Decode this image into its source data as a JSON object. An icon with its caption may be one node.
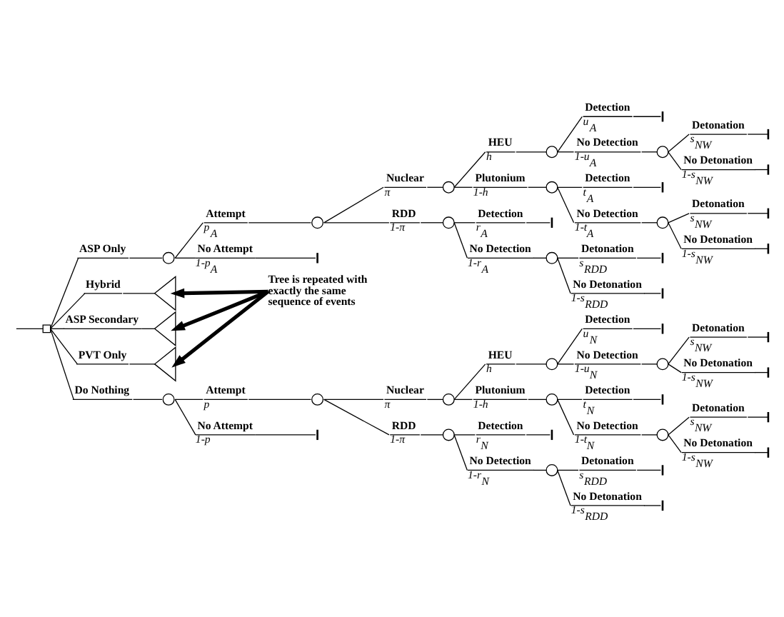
{
  "diagram": {
    "nodes": [
      {
        "text": [],
        "shape": "box"
      },
      {
        "text": [
          "ASP Only"
        ]
      },
      {
        "text": [],
        "shape": "circle"
      },
      {
        "text": [
          "Attempt",
          "p$_{A}$"
        ]
      },
      {
        "text": [],
        "shape": "circle"
      },
      {
        "text": [
          "Nuclear",
          "π"
        ]
      },
      {
        "text": [],
        "shape": "circle"
      },
      {
        "text": [
          "HEU",
          "h"
        ]
      },
      {
        "text": [],
        "shape": "circle"
      },
      {
        "text": [
          "Detection",
          "u$_{A}$"
        ]
      },
      {
        "text": [],
        "shape": "bar"
      },
      {
        "text": [
          "No Detection",
          "1-u$_{A}$"
        ]
      },
      {
        "text": [],
        "shape": "circle"
      },
      {
        "text": [
          "Detonation",
          "s$_{NW}$"
        ]
      },
      {
        "text": [],
        "shape": "bar"
      },
      {
        "text": [
          "No Detonation",
          "1-s$_{NW}$"
        ]
      },
      {
        "text": [],
        "shape": "bar"
      },
      {
        "text": [
          "Plutonium",
          "1-h"
        ]
      },
      {
        "text": [],
        "shape": "circle"
      },
      {
        "text": [
          "Detection",
          "t$_{A}$"
        ]
      },
      {
        "text": [],
        "shape": "bar"
      },
      {
        "text": [
          "No Detection",
          "1-t$_{A}$"
        ]
      },
      {
        "text": [],
        "shape": "circle"
      },
      {
        "text": [
          "Detonation",
          "s$_{NW}$"
        ]
      },
      {
        "text": [],
        "shape": "bar"
      },
      {
        "text": [
          "No Detonation",
          "1-s$_{NW}$"
        ]
      },
      {
        "text": [],
        "shape": "bar"
      },
      {
        "text": [
          "RDD",
          "1-π"
        ]
      },
      {
        "text": [],
        "shape": "circle"
      },
      {
        "text": [
          "Detection",
          "r$_{A}$"
        ]
      },
      {
        "text": [],
        "shape": "bar"
      },
      {
        "text": [
          "No Detection",
          "1-r$_{A}$"
        ]
      },
      {
        "text": [],
        "shape": "circle"
      },
      {
        "text": [
          "Detonation",
          "s$_{RDD}$"
        ]
      },
      {
        "text": [],
        "shape": "bar"
      },
      {
        "text": [
          "No Detonation",
          "1-s$_{RDD}$"
        ]
      },
      {
        "text": [],
        "shape": "bar"
      },
      {
        "text": [
          "No Attempt",
          "1-p$_{A}$"
        ]
      },
      {
        "text": [],
        "shape": "bar"
      },
      {
        "text": [
          "Hybrid"
        ]
      },
      {
        "text": [],
        "shape": "fork"
      },
      {
        "text": [
          "ASP Secondary"
        ]
      },
      {
        "text": [],
        "shape": "fork"
      },
      {
        "text": [
          "PVT Only"
        ]
      },
      {
        "text": [],
        "shape": "fork"
      },
      {
        "text": [
          "Tree is repeated with exactly the same sequence of events"
        ]
      },
      {
        "text": [
          "Do Nothing"
        ]
      },
      {
        "text": [],
        "shape": "circle"
      },
      {
        "text": [
          "Attempt",
          "p"
        ]
      },
      {
        "text": [],
        "shape": "circle"
      },
      {
        "text": [
          "Nuclear",
          "π"
        ]
      },
      {
        "text": [],
        "shape": "circle"
      },
      {
        "text": [
          "HEU",
          "h"
        ]
      },
      {
        "text": [],
        "shape": "circle"
      },
      {
        "text": [
          "Detection",
          "u$_{N}$"
        ]
      },
      {
        "text": [],
        "shape": "bar"
      },
      {
        "text": [
          "No Detection",
          "1-u$_{N}$"
        ]
      },
      {
        "text": [],
        "shape": "circle"
      },
      {
        "text": [
          "Detonation",
          "s$_{NW}$"
        ]
      },
      {
        "text": [],
        "shape": "bar"
      },
      {
        "text": [
          "No Detonation",
          "1-s$_{NW}$"
        ]
      },
      {
        "text": [],
        "shape": "bar"
      },
      {
        "text": [
          "Plutonium",
          "1-h"
        ]
      },
      {
        "text": [],
        "shape": "circle"
      },
      {
        "text": [
          "Detection",
          "t$_{N}$"
        ]
      },
      {
        "text": [],
        "shape": "bar"
      },
      {
        "text": [
          "No Detection",
          "1-t$_{N}$"
        ]
      },
      {
        "text": [],
        "shape": "circle"
      },
      {
        "text": [
          "Detonation",
          "s$_{NW}$"
        ]
      },
      {
        "text": [],
        "shape": "bar"
      },
      {
        "text": [
          "No Detonation",
          "1-s$_{NW}$"
        ]
      },
      {
        "text": [],
        "shape": "bar"
      },
      {
        "text": [
          "RDD",
          "1-π"
        ]
      },
      {
        "text": [],
        "shape": "circle"
      },
      {
        "text": [
          "Detection",
          "r$_{N}$"
        ]
      },
      {
        "text": [],
        "shape": "bar"
      },
      {
        "text": [
          "No Detection",
          "1-r$_{N}$"
        ]
      },
      {
        "text": [],
        "shape": "circle"
      },
      {
        "text": [
          "Detonation",
          "s$_{RDD}$"
        ]
      },
      {
        "text": [],
        "shape": "bar"
      },
      {
        "text": [
          "No Detonation",
          "1-s$_{RDD}$"
        ]
      },
      {
        "text": [],
        "shape": "bar"
      },
      {
        "text": [
          "No Attempt",
          "1-p"
        ]
      },
      {
        "text": [],
        "shape": "bar"
      }
    ],
    "edges": [
      {
        "from": null,
        "to": 0,
        "arrow": "none"
      },
      {
        "from": 0,
        "to": 1,
        "arrow": "none"
      },
      {
        "from": 1,
        "to": 2,
        "arrow": "none"
      },
      {
        "from": 2,
        "to": 3,
        "arrow": "none"
      },
      {
        "from": 3,
        "to": 4,
        "arrow": "none"
      },
      {
        "from": 4,
        "to": 5,
        "arrow": "none"
      },
      {
        "from": 5,
        "to": 6,
        "arrow": "none"
      },
      {
        "from": 6,
        "to": 7,
        "arrow": "none"
      },
      {
        "from": 7,
        "to": 8,
        "arrow": "none"
      },
      {
        "from": 8,
        "to": 9,
        "arrow": "none"
      },
      {
        "from": 9,
        "to": 10,
        "arrow": "none"
      },
      {
        "from": 8,
        "to": 11,
        "arrow": "none"
      },
      {
        "from": 11,
        "to": 12,
        "arrow": "none"
      },
      {
        "from": 12,
        "to": 13,
        "arrow": "none"
      },
      {
        "from": 13,
        "to": 14,
        "arrow": "none"
      },
      {
        "from": 12,
        "to": 15,
        "arrow": "none"
      },
      {
        "from": 15,
        "to": 16,
        "arrow": "none"
      },
      {
        "from": 6,
        "to": 17,
        "arrow": "none"
      },
      {
        "from": 17,
        "to": 18,
        "arrow": "none"
      },
      {
        "from": 18,
        "to": 19,
        "arrow": "none"
      },
      {
        "from": 19,
        "to": 20,
        "arrow": "none"
      },
      {
        "from": 18,
        "to": 21,
        "arrow": "none"
      },
      {
        "from": 21,
        "to": 22,
        "arrow": "none"
      },
      {
        "from": 22,
        "to": 23,
        "arrow": "none"
      },
      {
        "from": 23,
        "to": 24,
        "arrow": "none"
      },
      {
        "from": 22,
        "to": 25,
        "arrow": "none"
      },
      {
        "from": 25,
        "to": 26,
        "arrow": "none"
      },
      {
        "from": 4,
        "to": 27,
        "arrow": "none"
      },
      {
        "from": 27,
        "to": 28,
        "arrow": "none"
      },
      {
        "from": 28,
        "to": 29,
        "arrow": "none"
      },
      {
        "from": 29,
        "to": 30,
        "arrow": "none"
      },
      {
        "from": 28,
        "to": 31,
        "arrow": "none"
      },
      {
        "from": 31,
        "to": 32,
        "arrow": "none"
      },
      {
        "from": 32,
        "to": 33,
        "arrow": "none"
      },
      {
        "from": 33,
        "to": 34,
        "arrow": "none"
      },
      {
        "from": 32,
        "to": 35,
        "arrow": "none"
      },
      {
        "from": 35,
        "to": 36,
        "arrow": "none"
      },
      {
        "from": 2,
        "to": 37,
        "arrow": "none"
      },
      {
        "from": 37,
        "to": 38,
        "arrow": "none"
      },
      {
        "from": 0,
        "to": 39,
        "arrow": "none"
      },
      {
        "from": 39,
        "to": 40,
        "arrow": "none"
      },
      {
        "from": 0,
        "to": 41,
        "arrow": "none"
      },
      {
        "from": 41,
        "to": 42,
        "arrow": "none"
      },
      {
        "from": 0,
        "to": 43,
        "arrow": "none"
      },
      {
        "from": 43,
        "to": 44,
        "arrow": "none"
      },
      {
        "from": 45,
        "to": 40,
        "arrow": "to",
        "style": "thick"
      },
      {
        "from": 45,
        "to": 42,
        "arrow": "to",
        "style": "thick"
      },
      {
        "from": 45,
        "to": 44,
        "arrow": "to",
        "style": "thick"
      },
      {
        "from": 0,
        "to": 46,
        "arrow": "none"
      },
      {
        "from": 46,
        "to": 47,
        "arrow": "none"
      },
      {
        "from": 47,
        "to": 48,
        "arrow": "none"
      },
      {
        "from": 48,
        "to": 49,
        "arrow": "none"
      },
      {
        "from": 49,
        "to": 50,
        "arrow": "none"
      },
      {
        "from": 50,
        "to": 51,
        "arrow": "none"
      },
      {
        "from": 51,
        "to": 52,
        "arrow": "none"
      },
      {
        "from": 52,
        "to": 53,
        "arrow": "none"
      },
      {
        "from": 53,
        "to": 54,
        "arrow": "none"
      },
      {
        "from": 54,
        "to": 55,
        "arrow": "none"
      },
      {
        "from": 53,
        "to": 56,
        "arrow": "none"
      },
      {
        "from": 56,
        "to": 57,
        "arrow": "none"
      },
      {
        "from": 57,
        "to": 58,
        "arrow": "none"
      },
      {
        "from": 58,
        "to": 59,
        "arrow": "none"
      },
      {
        "from": 57,
        "to": 60,
        "arrow": "none"
      },
      {
        "from": 60,
        "to": 61,
        "arrow": "none"
      },
      {
        "from": 51,
        "to": 62,
        "arrow": "none"
      },
      {
        "from": 62,
        "to": 63,
        "arrow": "none"
      },
      {
        "from": 63,
        "to": 64,
        "arrow": "none"
      },
      {
        "from": 64,
        "to": 65,
        "arrow": "none"
      },
      {
        "from": 63,
        "to": 66,
        "arrow": "none"
      },
      {
        "from": 66,
        "to": 67,
        "arrow": "none"
      },
      {
        "from": 67,
        "to": 68,
        "arrow": "none"
      },
      {
        "from": 68,
        "to": 69,
        "arrow": "none"
      },
      {
        "from": 67,
        "to": 70,
        "arrow": "none"
      },
      {
        "from": 70,
        "to": 71,
        "arrow": "none"
      },
      {
        "from": 49,
        "to": 72,
        "arrow": "none"
      },
      {
        "from": 72,
        "to": 73,
        "arrow": "none"
      },
      {
        "from": 73,
        "to": 74,
        "arrow": "none"
      },
      {
        "from": 74,
        "to": 75,
        "arrow": "none"
      },
      {
        "from": 73,
        "to": 76,
        "arrow": "none"
      },
      {
        "from": 76,
        "to": 77,
        "arrow": "none"
      },
      {
        "from": 77,
        "to": 78,
        "arrow": "none"
      },
      {
        "from": 78,
        "to": 79,
        "arrow": "none"
      },
      {
        "from": 77,
        "to": 80,
        "arrow": "none"
      },
      {
        "from": 80,
        "to": 81,
        "arrow": "none"
      },
      {
        "from": 47,
        "to": 82,
        "arrow": "none"
      },
      {
        "from": 82,
        "to": 83,
        "arrow": "none"
      }
    ]
  }
}
